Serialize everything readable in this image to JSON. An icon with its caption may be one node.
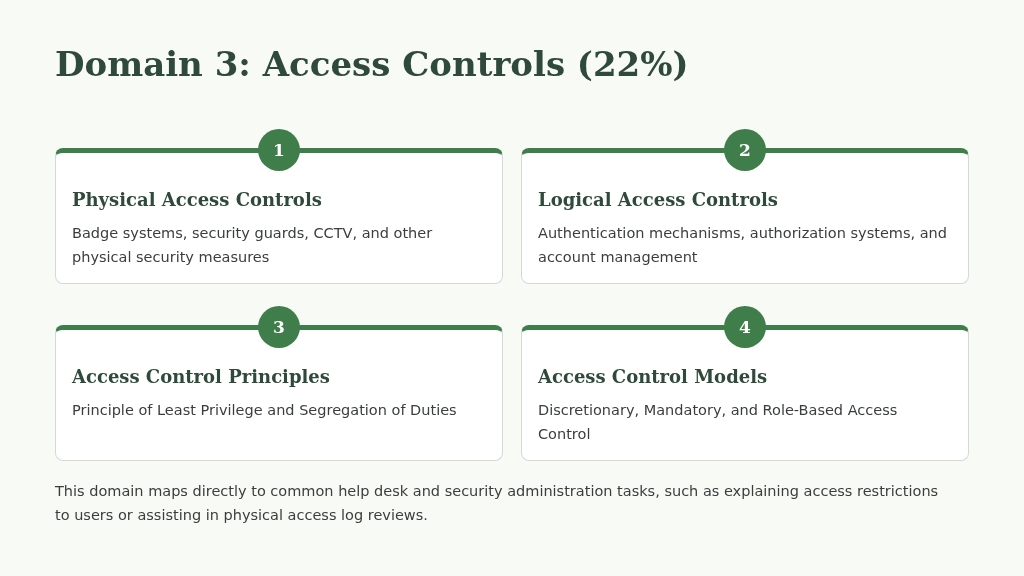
{
  "diagram": {
    "title": "Domain 3: Access Controls (22%)",
    "caption": "This domain maps directly to common help desk and security administration tasks, such as explaining access restrictions to users or assisting in physical access log reviews.",
    "nodes": [
      {
        "text": [
          "1"
        ]
      },
      {
        "text": [
          "Physical Access Controls",
          "Badge systems, security guards, CCTV, and other physical security measures"
        ]
      },
      {
        "text": [
          "2"
        ]
      },
      {
        "text": [
          "Logical Access Controls",
          "Authentication mechanisms, authorization systems, and account management"
        ]
      },
      {
        "text": [
          "3"
        ]
      },
      {
        "text": [
          "Access Control Principles",
          "Principle of Least Privilege and Segregation of Duties"
        ]
      },
      {
        "text": [
          "4"
        ]
      },
      {
        "text": [
          "Access Control Models",
          "Discretionary, Mandatory, and Role-Based Access Control"
        ]
      }
    ]
  }
}
